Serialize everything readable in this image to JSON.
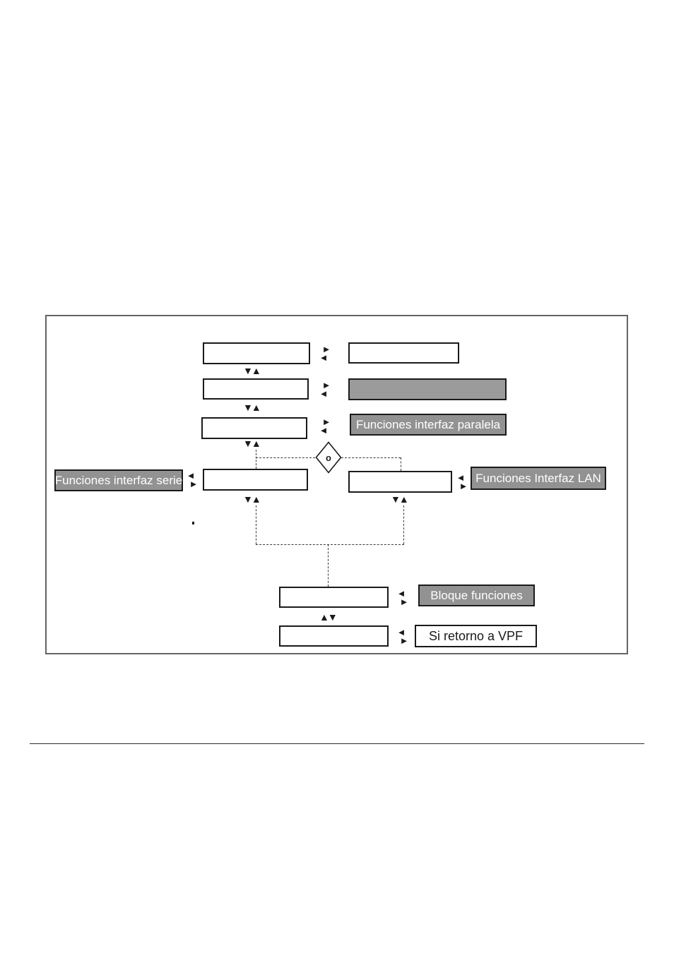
{
  "glyphs": {
    "triangle_right": "►",
    "triangle_left": "◄",
    "triangle_down": "▼",
    "triangle_up": "▲"
  },
  "colors": {
    "page_bg": "#ffffff",
    "outer_border": "#646464",
    "box_border": "#1a1a1a",
    "gray_label_fill": "#929292",
    "gray_box_fill": "#9b9b9b",
    "label_text": "#ffffff",
    "vpf_text": "#1a1a1a",
    "dash": "#3a3a3a",
    "arrow": "#1a1a1a",
    "rule": "#2e2e2e"
  },
  "diagram": {
    "or_label": "o",
    "labels": {
      "paralela": "Funciones interfaz paralela",
      "serie": "Funciones interfaz serie",
      "lan": "Funciones Interfaz LAN",
      "bloque": "Bloque funciones",
      "vpf": "Si retorno a VPF"
    }
  }
}
